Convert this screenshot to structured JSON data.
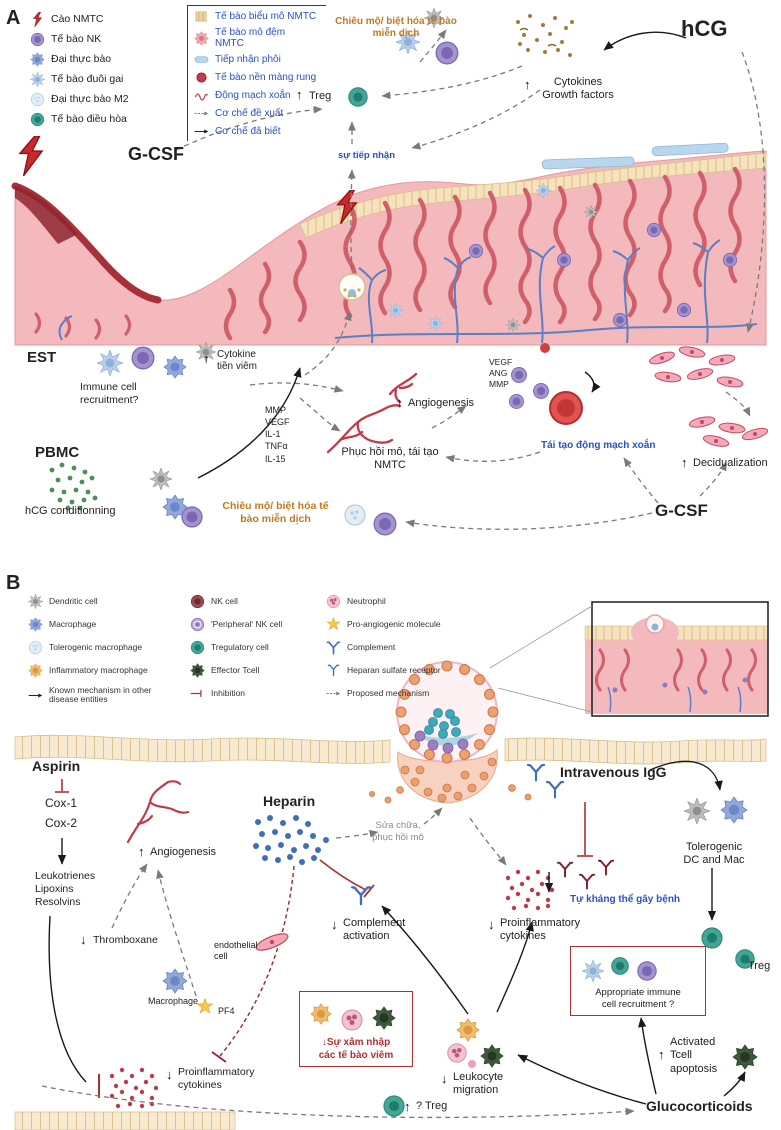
{
  "glyphs": {
    "up": "↑",
    "down": "↓"
  },
  "colors": {
    "accentBlue": "#2b50c8",
    "accentOrange": "#c07a1e",
    "alertRed": "#b03030",
    "teal": "#2f9e8f",
    "darkRed": "#8e2430",
    "heparinBlue": "#3f6fb5",
    "tissuePink": "#f4b9bc",
    "glandRed": "#cf5f6b"
  },
  "panelA": {
    "tag": "A",
    "legendCells": [
      "Cào NMTC",
      "Tế bào NK",
      "Đại thực bào",
      "Tế bào đuôi gai",
      "Đại thực bào M2",
      "Tế bào điều hòa"
    ],
    "legendTissue": [
      "Tế bào biểu mô NMTC",
      "Tế bào mô đệm\nNMTC",
      "Tiếp nhận phôi",
      "Tế bào nền màng rung",
      "Động mạch xoắn",
      "Cơ chế đề xuất",
      "Cơ chế đã biết"
    ],
    "labels": {
      "recruitTop": "Chiêu mộ/ biệt hóa tế bào\nmiễn dịch",
      "hcg": "hCG",
      "cytokines": "Cytokines\nGrowth factors",
      "treg": "Treg",
      "gcsfTop": "G-CSF",
      "reception": "sự tiếp nhận",
      "est": "EST",
      "immuneRecruit": "Immune cell\nrecruitment?",
      "cytokineInflam": "Cytokine\ntiền viêm",
      "mediators": "MMP\nVEGF\nIL-1\nTNFα\nIL-15",
      "pbmc": "PBMC",
      "hcgCond": "hCG conditionning",
      "recruitBottom": "Chiêu mộ/ biệt hóa tế\nbào miễn dịch",
      "repair": "Phục hồi mô, tái tạo\nNMTC",
      "angiogenesis": "Angiogenesis",
      "vegf": "VEGF\nANG\nMMP",
      "spiral": "Tái tạo động mạch xoắn",
      "decidualization": "Decidualization",
      "gcsfBottom": "G-CSF"
    }
  },
  "panelB": {
    "tag": "B",
    "legend": {
      "col1": [
        "Dendritic cell",
        "Macrophage",
        "Tolerogenic macrophage",
        "Inflammatory macrophage",
        "Known mechanism in other\ndisease entities"
      ],
      "col2": [
        "NK cell",
        "'Peripheral' NK cell",
        "Tregulatory cell",
        "Effector Tcell",
        "Inhibition"
      ],
      "col3": [
        "Neutrophil",
        "Pro-angiogenic molecule",
        "Complement",
        "Heparan sulfate receptor",
        "Proposed mechanism"
      ]
    },
    "labels": {
      "aspirin": "Aspirin",
      "cox1": "Cox-1",
      "cox2": "Cox-2",
      "leukotrienes": "Leukotrienes\nLipoxins\nResolvins",
      "thromboxane": "Thromboxane",
      "angiogenesis": "Angiogenesis",
      "heparin": "Heparin",
      "endothelial": "endothelial\ncell",
      "macrophage": "Macrophage",
      "pf4": "PF4",
      "repair": "Sửa chữa,\nphục hồi mô",
      "ivig": "Intravenous IgG",
      "tolerogenic": "Tolerogenic\nDC and Mac",
      "autoantibody": "Tự kháng thể gây bệnh",
      "complement": "Complement\nactivation",
      "proinflamRight": "Proinflammatory\ncytokines",
      "proinflamLeft": "Proinflammatory\ncytokines",
      "appropriate": "Appropriate immune\ncell recruitment ?",
      "treg": "Treg",
      "invasion": "↓Sự xâm nhập\ncác tế bào viêm",
      "leukocyte": "Leukocyte\nmigration",
      "apoptosis": "Activated\nTcell\napoptosis",
      "tregQuestion": "? Treg",
      "glucocorticoids": "Glucocorticoids"
    }
  }
}
